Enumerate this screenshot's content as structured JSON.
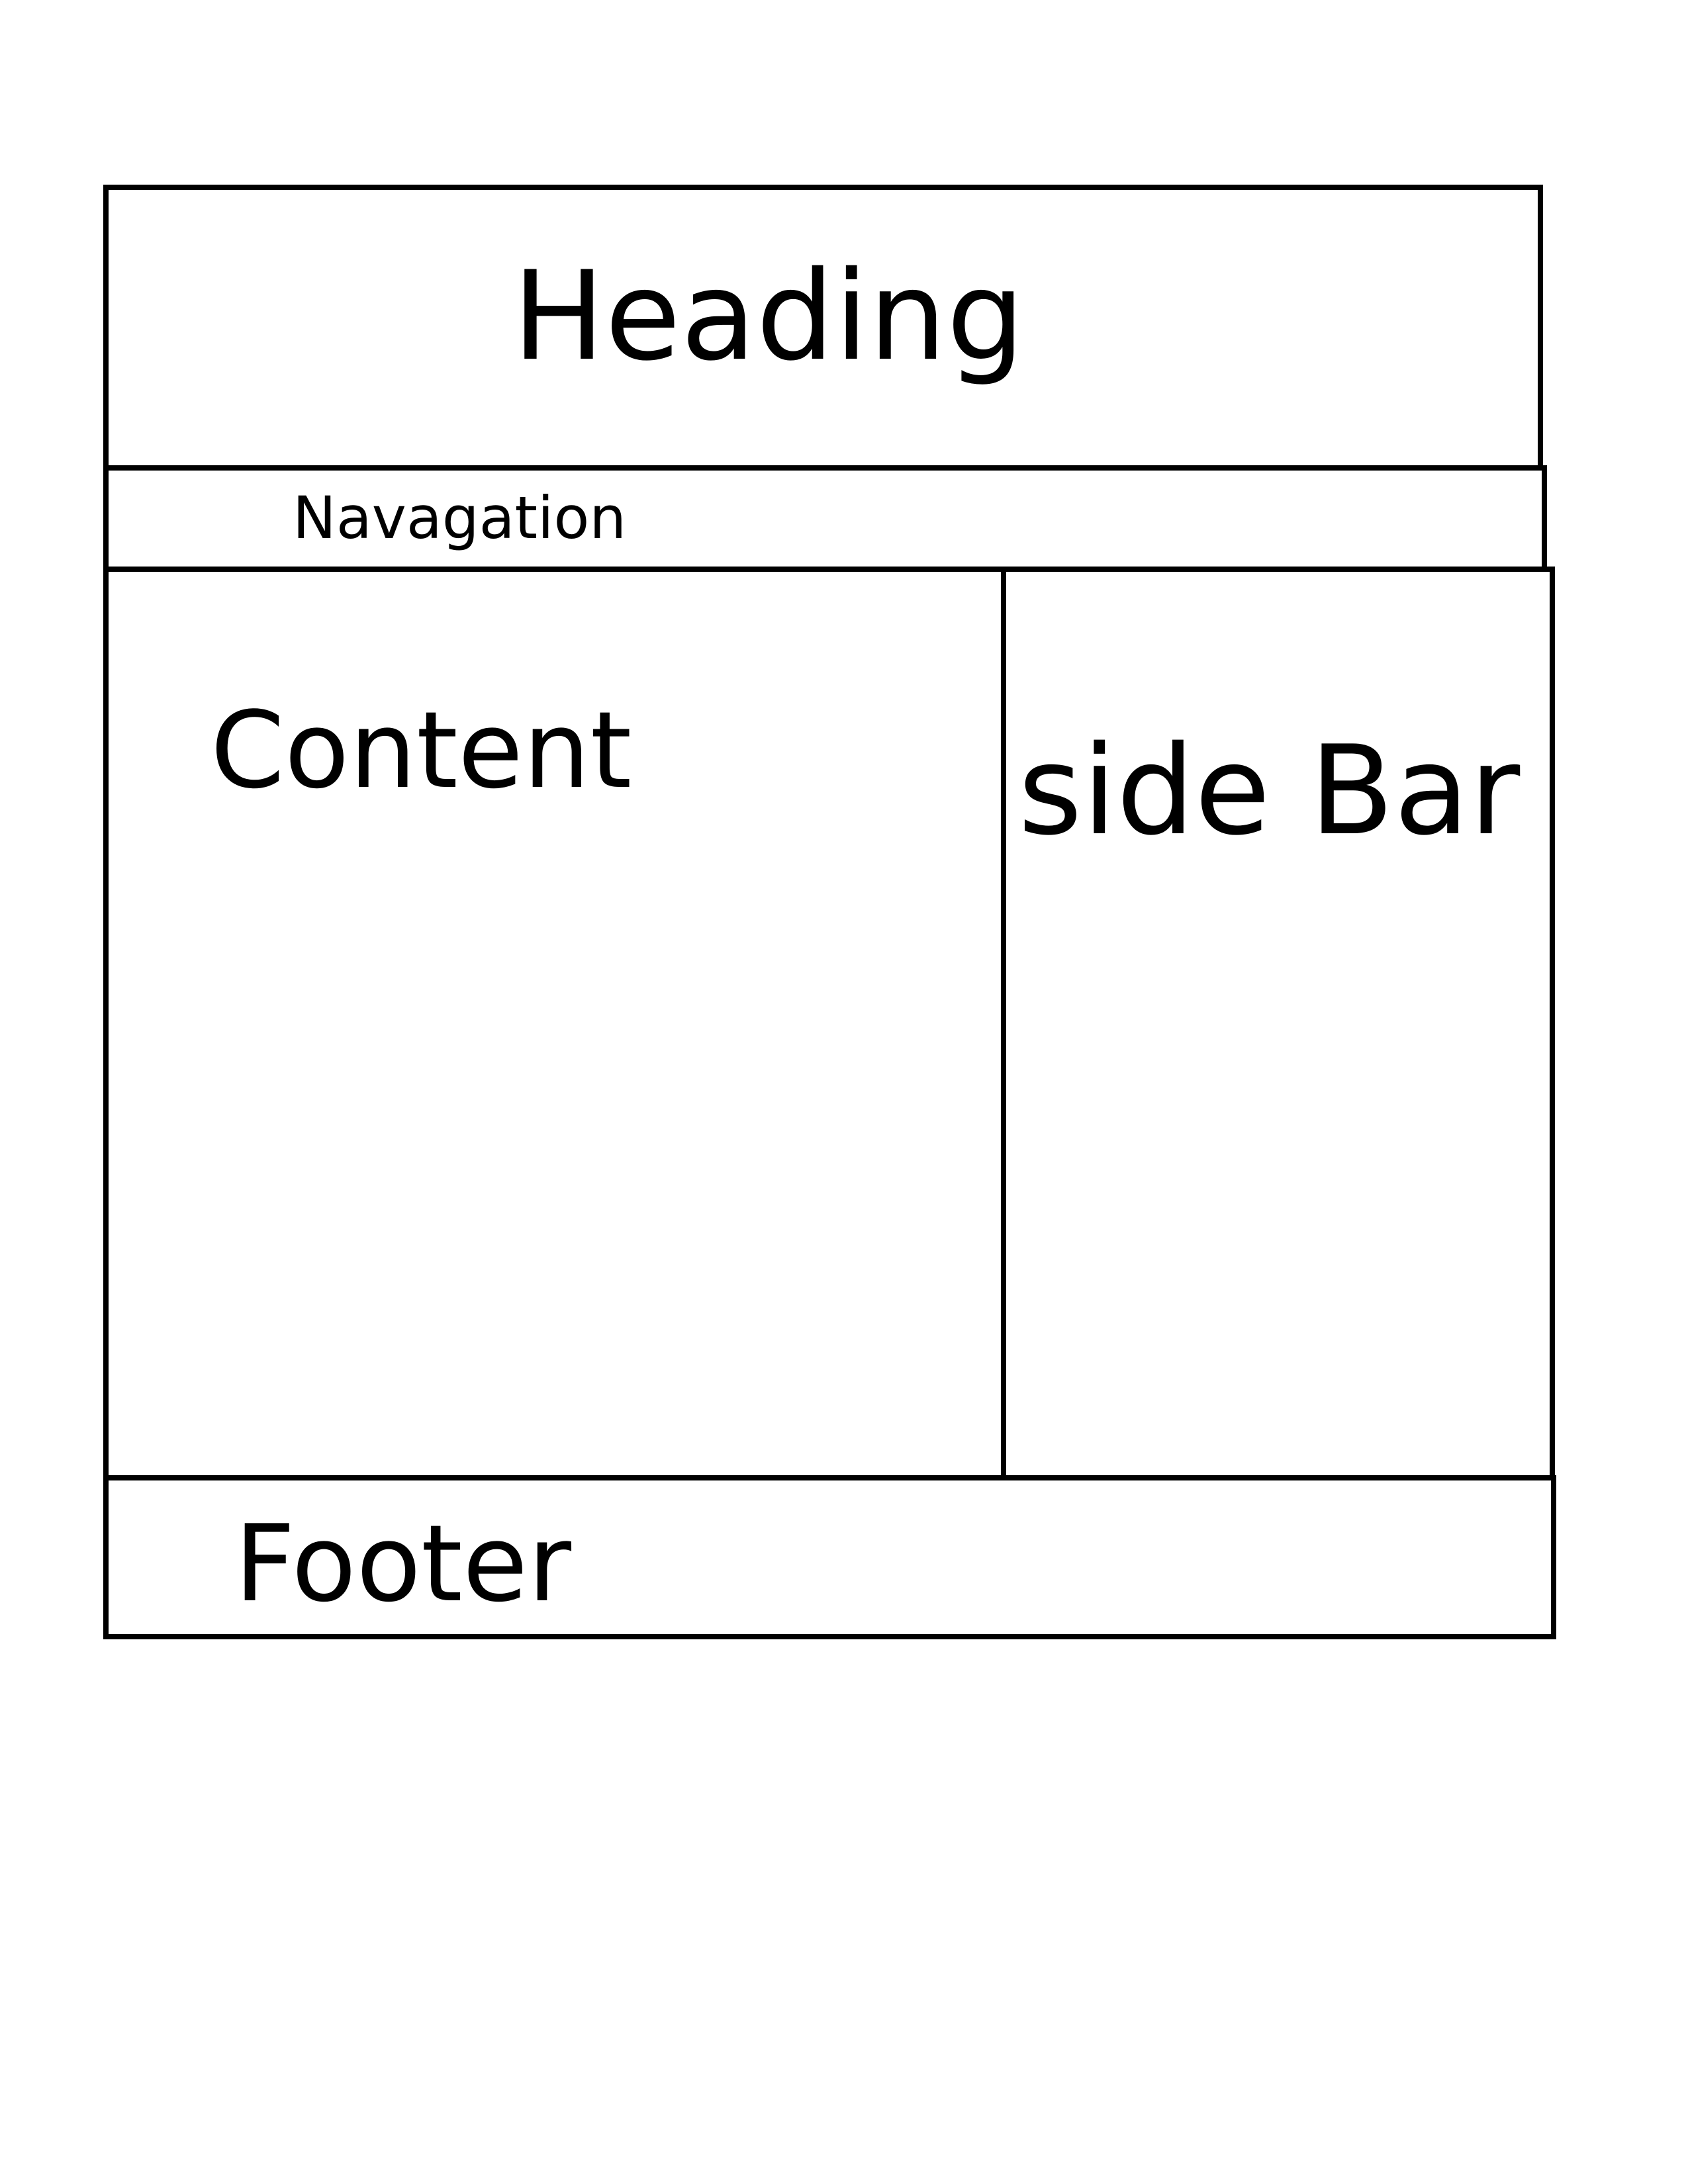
{
  "layout_sketch": {
    "heading": {
      "label": "Heading"
    },
    "navigation": {
      "label": "Navagation"
    },
    "content": {
      "label": "Content"
    },
    "sidebar": {
      "label": "side Bar"
    },
    "footer": {
      "label": "Footer"
    }
  },
  "colors": {
    "stroke": "#000000",
    "background": "#ffffff",
    "text": "#000000"
  }
}
